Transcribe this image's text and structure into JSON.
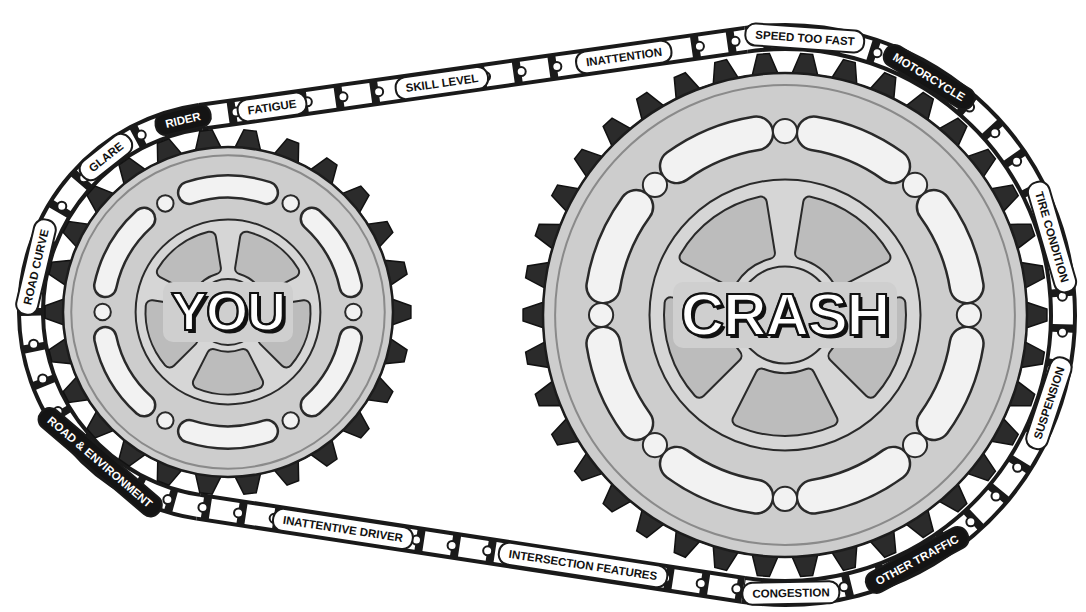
{
  "diagram": {
    "nodes": [
      {
        "text": [
          "YOU"
        ]
      },
      {
        "text": [
          "CRASH"
        ]
      }
    ],
    "edges": [
      {
        "from": 0,
        "to": 1,
        "arrow": "none"
      },
      {
        "from": 0,
        "to": 1,
        "arrow": "none"
      }
    ],
    "labels": [
      "FATIGUE",
      "SKILL LEVEL",
      "INATTENTION",
      "SPEED TOO FAST",
      "MOTORCYCLE",
      "TIRE CONDITION",
      "SUSPENSION",
      "OTHER TRAFFIC",
      "CONGESTION",
      "INTERSECTION FEATURES",
      "INATTENTIVE DRIVER",
      "ROAD & ENVIRONMENT",
      "ROAD CURVE",
      "GLARE",
      "RIDER"
    ]
  }
}
